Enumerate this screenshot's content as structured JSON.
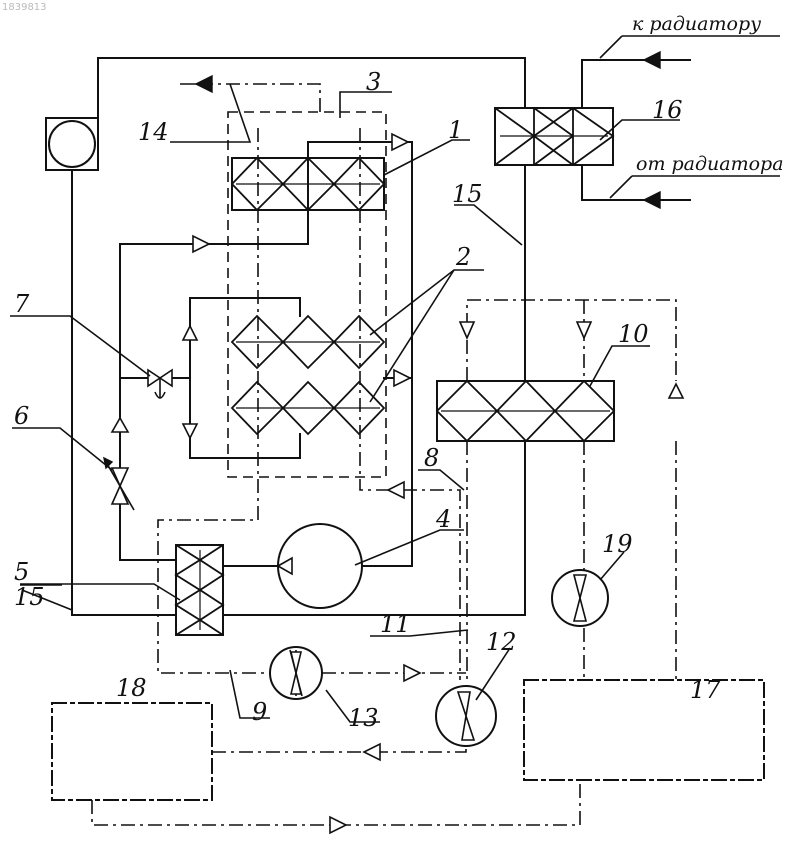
{
  "watermark": "1839813",
  "captions": {
    "to_radiator": "к радиатору",
    "from_radiator": "от радиатора"
  },
  "labels": {
    "n1": "1",
    "n2": "2",
    "n3": "3",
    "n4": "4",
    "n5": "5",
    "n6": "6",
    "n7": "7",
    "n8": "8",
    "n9": "9",
    "n10": "10",
    "n11": "11",
    "n12": "12",
    "n13": "13",
    "n14": "14",
    "n15a": "15",
    "n15b": "15",
    "n16": "16",
    "n17": "17",
    "n18": "18",
    "n19": "19"
  }
}
